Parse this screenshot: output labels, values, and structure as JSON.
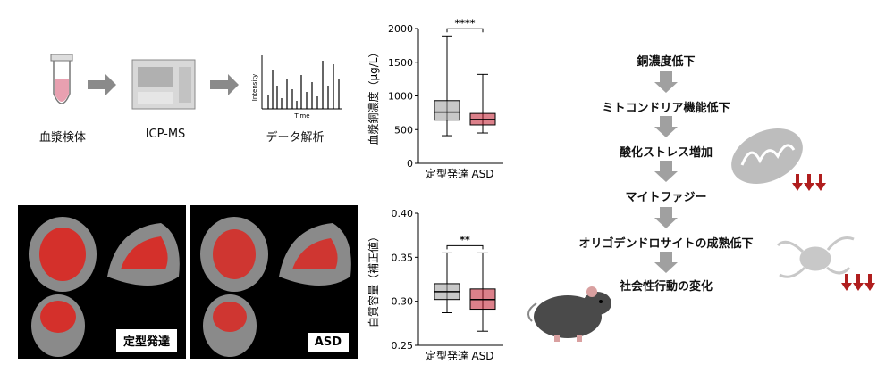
{
  "pipeline": {
    "steps": [
      "血漿検体",
      "ICP-MS",
      "データ解析"
    ],
    "plot_axis_y": "Intensity",
    "plot_axis_x": "Time"
  },
  "mri": {
    "labels": [
      "定型発達",
      "ASD"
    ]
  },
  "flow": {
    "steps": [
      "銅濃度低下",
      "ミトコンドリア機能低下",
      "酸化ストレス増加",
      "マイトファジー",
      "オリゴデンドロサイトの成熟低下",
      "社会性行動の変化"
    ],
    "arrow_color": "#a0a0a0",
    "down_arrow_color": "#b01e1e"
  },
  "colors": {
    "box_gray": "#9a9a9a",
    "box_red": "#c0182a",
    "mri_overlay": "#e0201a"
  },
  "chart_data": [
    {
      "type": "box",
      "ylabel": "血漿銅濃度（μg/L）",
      "categories": [
        "定型発達",
        "ASD"
      ],
      "ylim": [
        0,
        2000
      ],
      "yticks": [
        0,
        500,
        1000,
        1500,
        2000
      ],
      "significance": "****",
      "series": [
        {
          "values": {
            "min": 410,
            "q1": 640,
            "median": 760,
            "q3": 930,
            "max": 1890
          }
        },
        {
          "values": {
            "min": 450,
            "q1": 570,
            "median": 650,
            "q3": 740,
            "max": 1320
          }
        }
      ]
    },
    {
      "type": "box",
      "ylabel": "白質容量（補正値）",
      "categories": [
        "定型発達",
        "ASD"
      ],
      "ylim": [
        0.25,
        0.4
      ],
      "yticks": [
        "0.25",
        "0.30",
        "0.35",
        "0.40"
      ],
      "significance": "**",
      "series": [
        {
          "values": {
            "min": 0.287,
            "q1": 0.302,
            "median": 0.311,
            "q3": 0.32,
            "max": 0.355
          }
        },
        {
          "values": {
            "min": 0.266,
            "q1": 0.291,
            "median": 0.302,
            "q3": 0.314,
            "max": 0.355
          }
        }
      ]
    }
  ]
}
